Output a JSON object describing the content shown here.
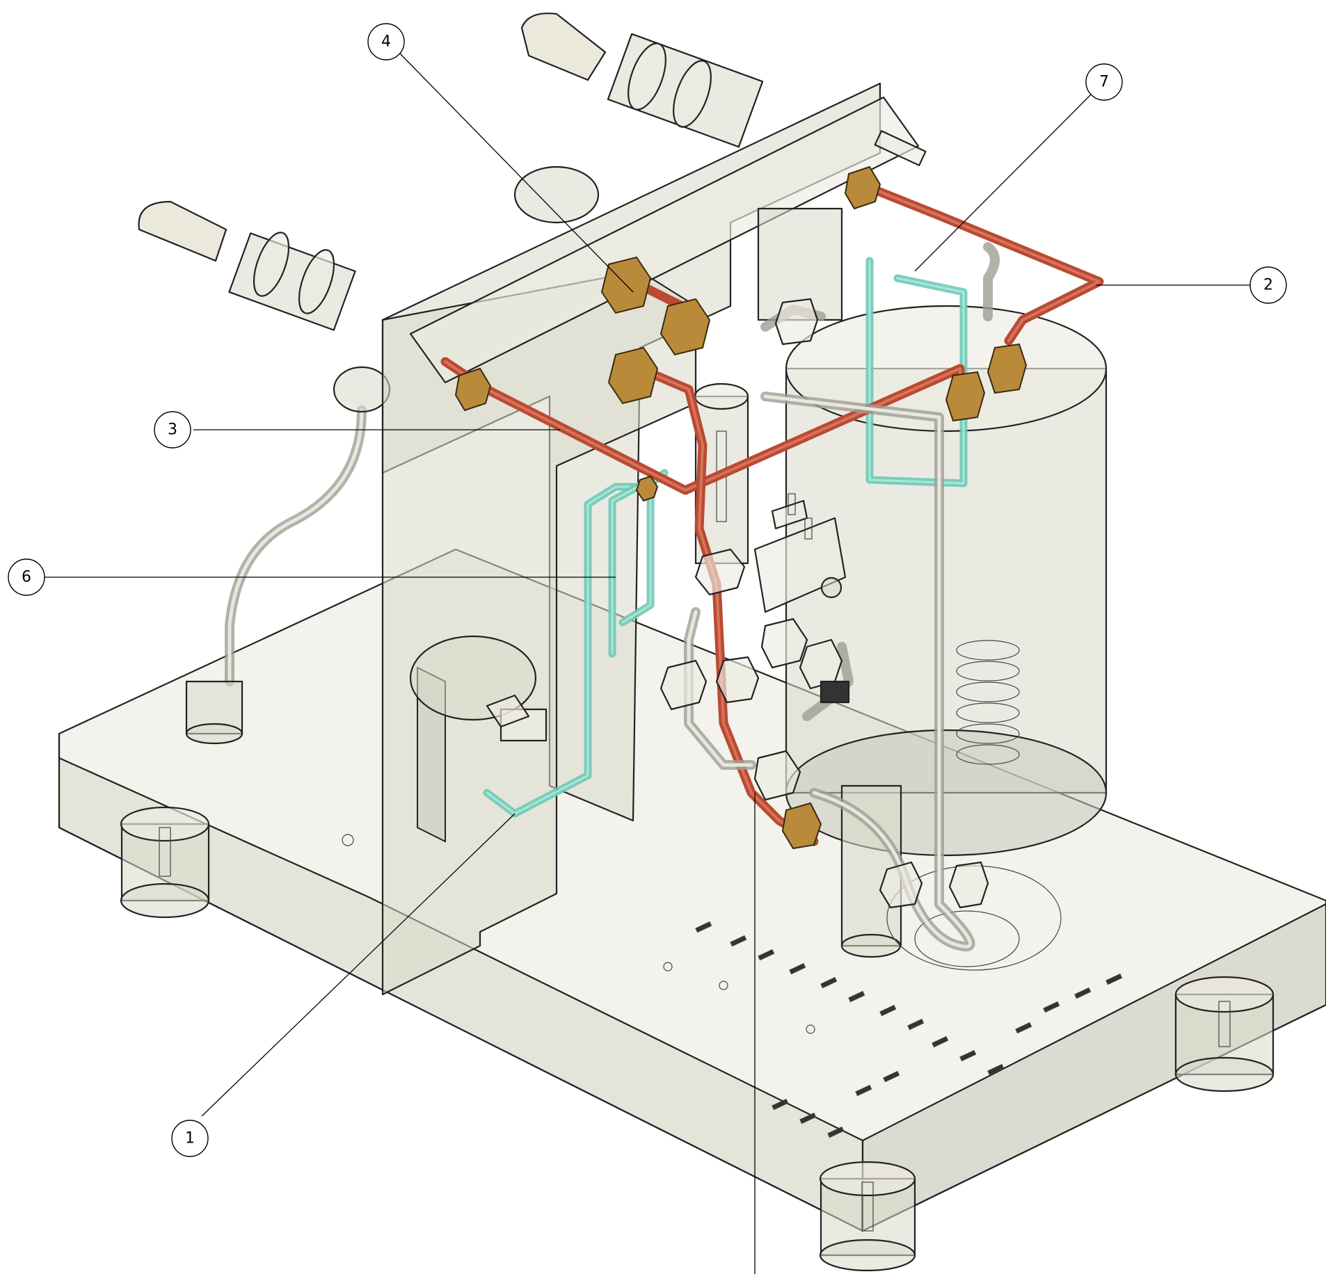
{
  "callouts": [
    {
      "id": "1",
      "label": "1"
    },
    {
      "id": "2",
      "label": "2"
    },
    {
      "id": "3",
      "label": "3"
    },
    {
      "id": "4",
      "label": "4"
    },
    {
      "id": "6",
      "label": "6"
    },
    {
      "id": "7",
      "label": "7"
    }
  ],
  "colors": {
    "hot_water_pipe": "#b94a33",
    "cold_water_pipe": "#6fc9b6",
    "steam_pipe": "#9f9e95",
    "brass_fitting": "#b98a3a",
    "housing": "#d9d8cb"
  }
}
